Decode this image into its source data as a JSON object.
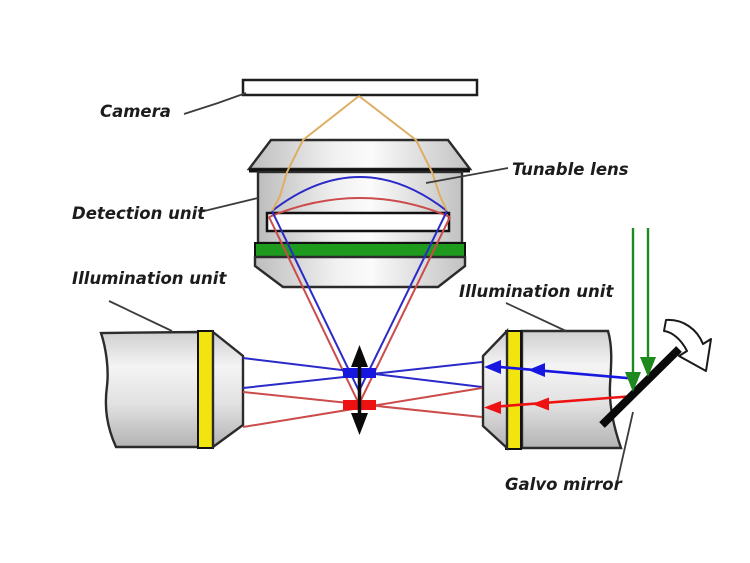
{
  "diagram": {
    "title_hint": "light-sheet microscope schematic",
    "labels": {
      "camera": "Camera",
      "detection_unit": "Detection unit",
      "tunable_lens": "Tunable lens",
      "illumination_unit_left": "Illumination unit",
      "illumination_unit_right": "Illumination unit",
      "galvo_mirror": "Galvo mirror"
    },
    "colors": {
      "beam_blue": "#2a2ac8",
      "beam_red": "#cc4b4b",
      "focal_bar_blue": "#1717e0",
      "focal_bar_red": "#ee1111",
      "detection_ray_orange": "#ddae63",
      "laser_green": "#1e8a1e",
      "filter_band_green": "#1e9b1e",
      "unit_stripe_yellow": "#f2e40e",
      "mirror_black": "#0a0a0a",
      "body_gray": "#d9d9d9",
      "label_text": "#1c1c1c"
    }
  }
}
